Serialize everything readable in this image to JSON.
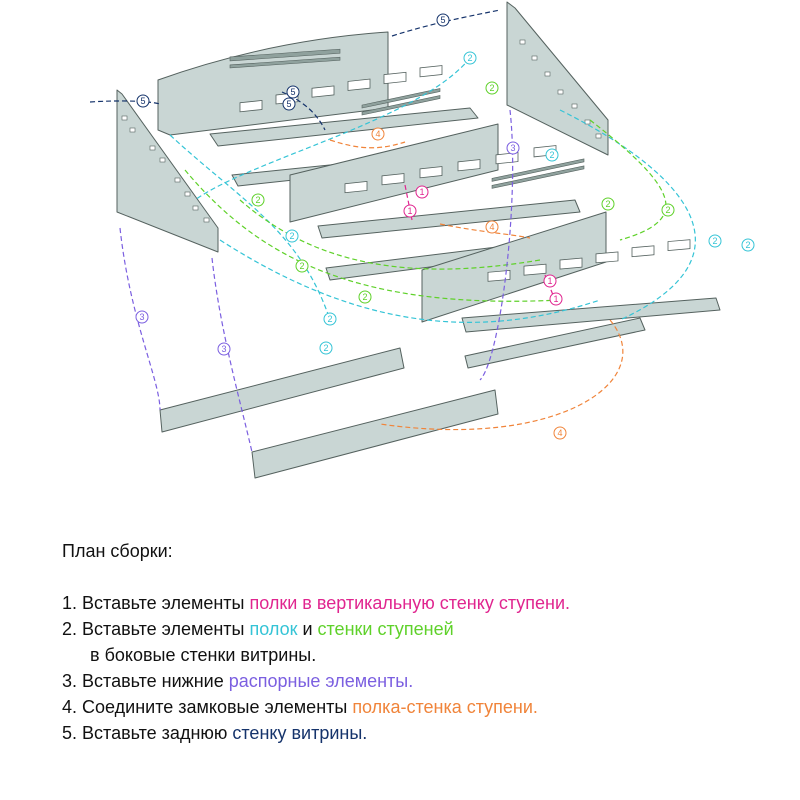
{
  "colors": {
    "step1": "#e0258f",
    "step2_shelf": "#35c4d6",
    "step2_wall": "#5fd12a",
    "step3": "#7b5fe0",
    "step4": "#f0843a",
    "step5": "#15336b",
    "panel_fill": "#c9d6d4",
    "panel_stroke": "#55625f"
  },
  "diagram": {
    "badges": [
      "1",
      "2",
      "3",
      "4",
      "5"
    ]
  },
  "instructions": {
    "title": "План сборки:",
    "steps": [
      {
        "num": "1.",
        "text": "Вставьте элементы ",
        "highlight": "полки в вертикальную стенку ступени.",
        "tail": ""
      },
      {
        "num": "2.",
        "text": "Вставьте элементы ",
        "highlight": "полок",
        "mid": " и ",
        "highlight2": "стенки ступеней",
        "line2": "в боковые стенки витрины."
      },
      {
        "num": "3.",
        "text": "Вставьте нижние ",
        "highlight": "распорные элементы.",
        "tail": ""
      },
      {
        "num": "4.",
        "text": "Соедините замковые элементы ",
        "highlight": "полка-стенка ступени.",
        "tail": ""
      },
      {
        "num": "5.",
        "text": "Вставьте заднюю ",
        "highlight": "стенку витрины.",
        "tail": ""
      }
    ]
  }
}
